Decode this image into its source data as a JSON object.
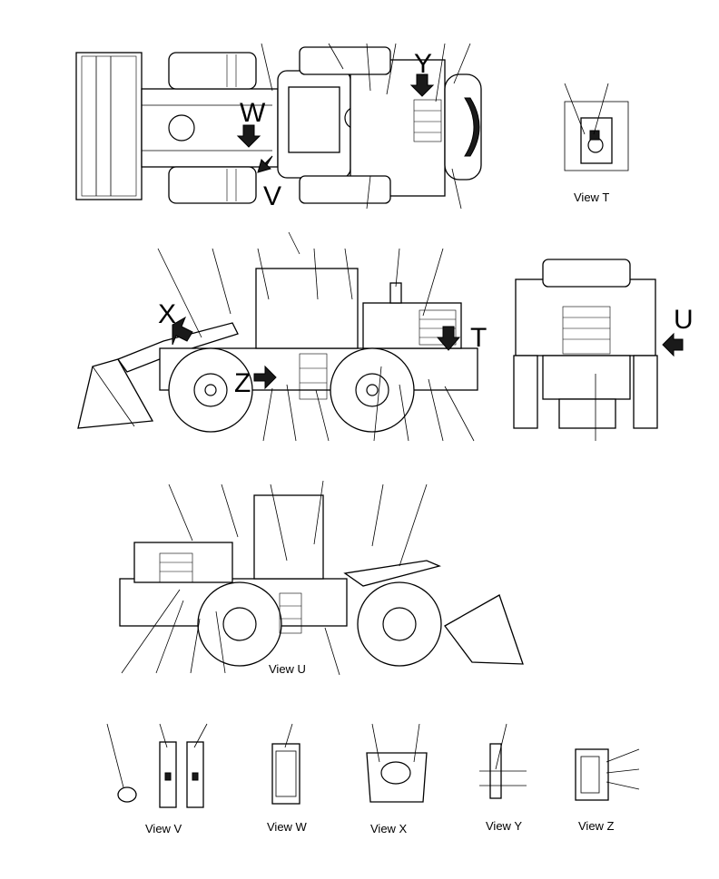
{
  "view_letters": {
    "t": "T",
    "u": "U",
    "v": "V",
    "w": "W",
    "x": "X",
    "y": "Y",
    "z": "Z"
  },
  "captions": {
    "view_t": "View T",
    "view_u": "View U",
    "view_v": "View V",
    "view_w": "View W",
    "view_x": "View X",
    "view_y": "View Y",
    "view_z": "View Z"
  },
  "icons": {
    "view_arrow": "view-direction-arrow-icon",
    "leader_line": "leader-line-icon"
  }
}
